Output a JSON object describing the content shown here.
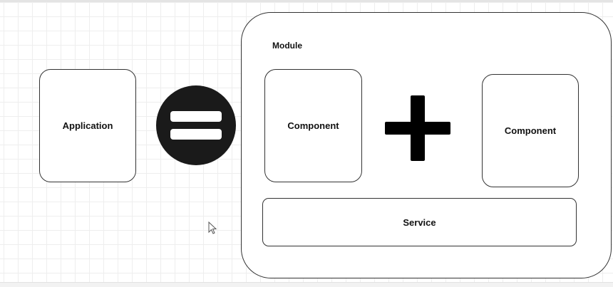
{
  "diagram": {
    "application": {
      "label": "Application"
    },
    "module": {
      "label": "Module",
      "component_left": {
        "label": "Component"
      },
      "component_right": {
        "label": "Component"
      },
      "service": {
        "label": "Service"
      }
    },
    "operators": {
      "equals_icon": "equals-icon",
      "plus_icon": "plus-icon"
    }
  },
  "colors": {
    "stroke": "#333333",
    "operator_fill": "#1a1a1a",
    "grid": "#eeeeee"
  }
}
